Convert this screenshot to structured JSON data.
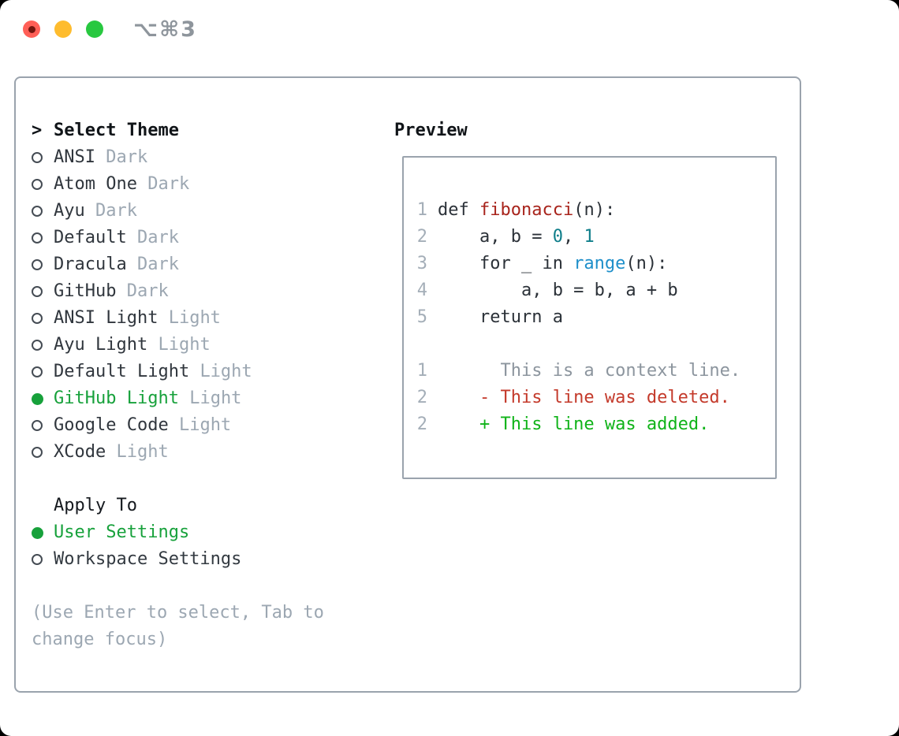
{
  "window": {
    "title": "⌥⌘3"
  },
  "icons": {
    "traffic_lights": [
      "close-icon",
      "minimize-icon",
      "maximize-icon"
    ],
    "close_unsaved_dot": "dot",
    "radio_unselected": "circle-outline",
    "radio_selected": "circle-filled-green",
    "focus_caret": ">"
  },
  "theme_section": {
    "prefix": ">",
    "header": "Select Theme",
    "items": [
      {
        "name": "ANSI",
        "variant": "Dark",
        "selected": false
      },
      {
        "name": "Atom One",
        "variant": "Dark",
        "selected": false
      },
      {
        "name": "Ayu",
        "variant": "Dark",
        "selected": false
      },
      {
        "name": "Default",
        "variant": "Dark",
        "selected": false
      },
      {
        "name": "Dracula",
        "variant": "Dark",
        "selected": false
      },
      {
        "name": "GitHub",
        "variant": "Dark",
        "selected": false
      },
      {
        "name": "ANSI Light",
        "variant": "Light",
        "selected": false
      },
      {
        "name": "Ayu Light",
        "variant": "Light",
        "selected": false
      },
      {
        "name": "Default Light",
        "variant": "Light",
        "selected": false
      },
      {
        "name": "GitHub Light",
        "variant": "Light",
        "selected": true
      },
      {
        "name": "Google Code",
        "variant": "Light",
        "selected": false
      },
      {
        "name": "XCode",
        "variant": "Light",
        "selected": false
      }
    ]
  },
  "apply_section": {
    "header": "Apply To",
    "options": [
      {
        "label": "User Settings",
        "selected": true
      },
      {
        "label": "Workspace Settings",
        "selected": false
      }
    ]
  },
  "help_text": "(Use Enter to select, Tab to change focus)",
  "preview_section": {
    "header": "Preview",
    "lines": [
      {
        "num": "1",
        "tokens": [
          {
            "t": "def ",
            "c": "text"
          },
          {
            "t": "fibonacci",
            "c": "function"
          },
          {
            "t": "(n):",
            "c": "text"
          }
        ]
      },
      {
        "num": "2",
        "tokens": [
          {
            "t": "    a, b = ",
            "c": "text"
          },
          {
            "t": "0",
            "c": "number"
          },
          {
            "t": ", ",
            "c": "text"
          },
          {
            "t": "1",
            "c": "number"
          }
        ]
      },
      {
        "num": "3",
        "tokens": [
          {
            "t": "    for _ in ",
            "c": "text"
          },
          {
            "t": "range",
            "c": "builtin"
          },
          {
            "t": "(n):",
            "c": "text"
          }
        ]
      },
      {
        "num": "4",
        "tokens": [
          {
            "t": "        a, b = b, a + b",
            "c": "text"
          }
        ]
      },
      {
        "num": "5",
        "tokens": [
          {
            "t": "    return a",
            "c": "text"
          }
        ]
      },
      {
        "num": "",
        "tokens": []
      },
      {
        "num": "1",
        "tokens": [
          {
            "t": "      This is a context line.",
            "c": "context"
          }
        ]
      },
      {
        "num": "2",
        "tokens": [
          {
            "t": "    - This line was deleted.",
            "c": "deleted"
          }
        ]
      },
      {
        "num": "2",
        "tokens": [
          {
            "t": "    + This line was added.",
            "c": "added"
          }
        ]
      }
    ]
  },
  "colors": {
    "accent_green": "#17a13b",
    "added_green": "#10b319",
    "deleted_red": "#c43a2b",
    "function_red": "#a8241c",
    "number_teal": "#0f7e8a",
    "builtin_blue": "#1e8fca",
    "muted_gray": "#9ca7b2",
    "context_gray": "#8c959e",
    "border_gray": "#9aa3ad",
    "traffic_red": "#ff5f57",
    "traffic_yellow": "#febc2e",
    "traffic_green": "#28c840"
  }
}
